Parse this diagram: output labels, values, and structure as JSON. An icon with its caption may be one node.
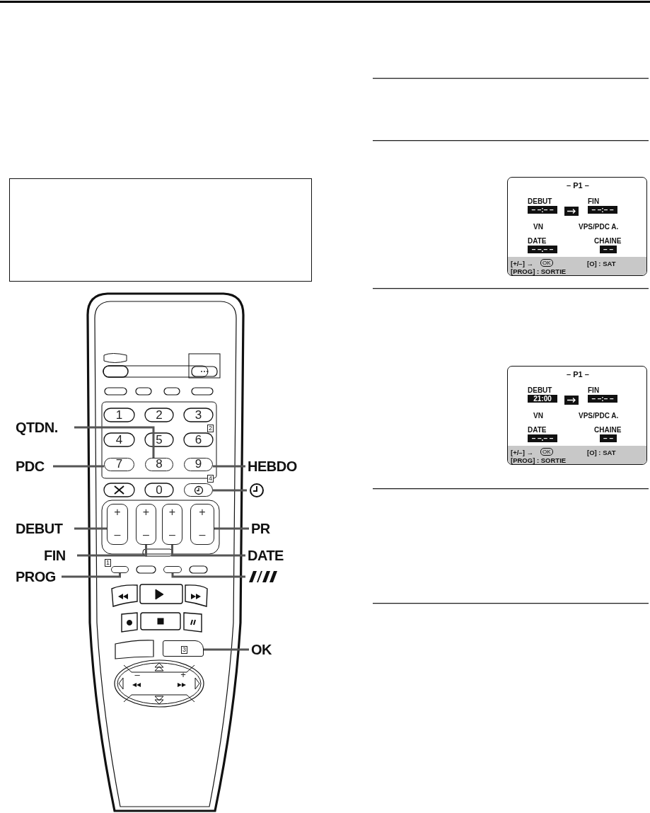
{
  "diagram": {
    "nodes": [
      {
        "text": [
          "QTDN."
        ]
      },
      {
        "text": [
          "8"
        ]
      },
      {
        "text": [
          "PDC"
        ]
      },
      {
        "text": [
          "7"
        ]
      },
      {
        "text": [
          "HEBDO"
        ]
      },
      {
        "text": [
          "9"
        ]
      },
      {
        "text": [],
        "shape": "clock"
      },
      {
        "text": [],
        "shape": "button"
      },
      {
        "text": [
          "DEBUT"
        ]
      },
      {
        "text": [
          "+",
          "–"
        ]
      },
      {
        "text": [
          "FIN"
        ]
      },
      {
        "text": [
          "+",
          "–"
        ]
      },
      {
        "text": [
          "DATE"
        ]
      },
      {
        "text": [
          "+",
          "–"
        ]
      },
      {
        "text": [
          "PR"
        ]
      },
      {
        "text": [
          "+",
          "–"
        ]
      },
      {
        "text": [
          "PROG"
        ]
      },
      {
        "text": [],
        "shape": "button"
      },
      {
        "text": [],
        "shape": "slashes"
      },
      {
        "text": [],
        "shape": "button"
      },
      {
        "text": [
          "OK"
        ]
      },
      {
        "text": [],
        "shape": "button"
      },
      {
        "text": [
          "– P1 –",
          "DEBUT",
          "– –:– –",
          "FIN",
          "– –:– –",
          "VN",
          "VPS/PDC A.",
          "DATE",
          "– –.– –",
          "CHAINE",
          "– –",
          "[+/–] →",
          "OK",
          "[O] : SAT",
          "[PROG] : SORTIE"
        ]
      },
      {
        "text": [
          "– P1 –",
          "DEBUT",
          "21:00",
          "FIN",
          "– –:– –",
          "VN",
          "VPS/PDC A.",
          "DATE",
          "– –.– –",
          "CHAINE",
          "– –",
          "[+/–] →",
          "OK",
          "[O] : SAT",
          "[PROG] : SORTIE"
        ]
      },
      {
        "text": [],
        "shape": "box"
      }
    ],
    "edges": [
      {
        "from": 0,
        "to": 1,
        "arrow": "none"
      },
      {
        "from": 2,
        "to": 3,
        "arrow": "none"
      },
      {
        "from": 4,
        "to": 5,
        "arrow": "none"
      },
      {
        "from": 6,
        "to": 7,
        "arrow": "none"
      },
      {
        "from": 8,
        "to": 9,
        "arrow": "none"
      },
      {
        "from": 10,
        "to": 11,
        "arrow": "none"
      },
      {
        "from": 12,
        "to": 13,
        "arrow": "none"
      },
      {
        "from": 14,
        "to": 15,
        "arrow": "none"
      },
      {
        "from": 16,
        "to": 17,
        "arrow": "none"
      },
      {
        "from": 18,
        "to": 19,
        "arrow": "none"
      },
      {
        "from": 20,
        "to": 21,
        "arrow": "none"
      }
    ],
    "labels": [
      "1",
      "2",
      "3",
      "2",
      "4",
      "5",
      "6",
      "4",
      "0",
      "1",
      "3",
      "–",
      "+"
    ]
  }
}
